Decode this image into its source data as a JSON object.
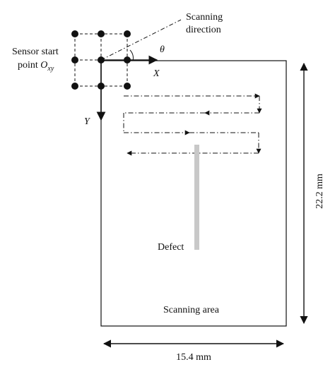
{
  "labels": {
    "scanning_direction_line1": "Scanning",
    "scanning_direction_line2": "direction",
    "sensor_start_line1": "Sensor start",
    "sensor_start_line2_prefix": "point ",
    "sensor_start_symbol": "O",
    "sensor_start_subscript": "xy",
    "theta": "θ",
    "x_axis": "X",
    "y_axis": "Y",
    "defect": "Defect",
    "scanning_area": "Scanning area",
    "height_dimension": "22.2 mm",
    "width_dimension": "15.4 mm"
  },
  "colors": {
    "line": "#111111",
    "defect": "#c8c8c8",
    "background": "#ffffff"
  }
}
